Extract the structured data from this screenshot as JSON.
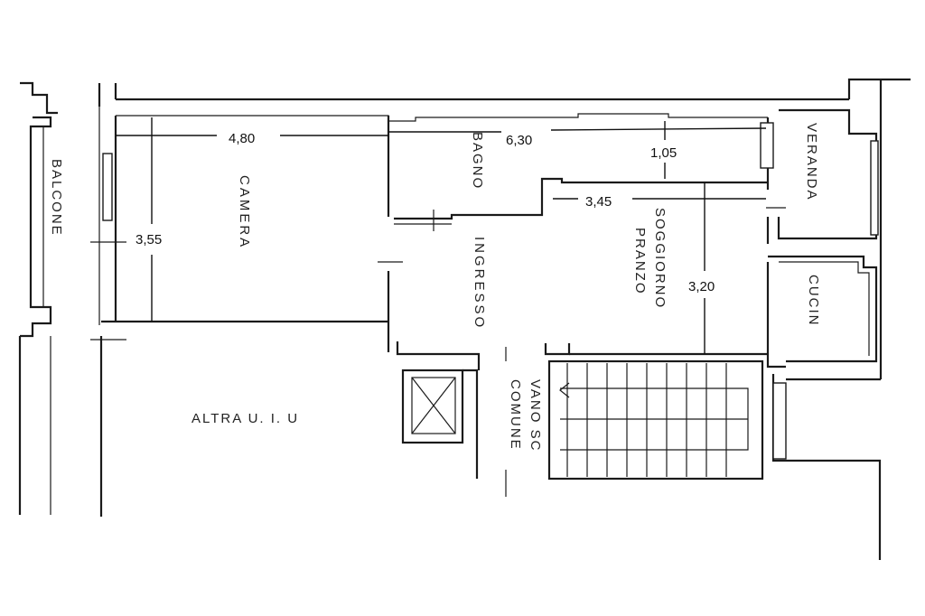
{
  "rooms": {
    "balcone": "BALCONE",
    "camera": "CAMERA",
    "bagno": "BAGNO",
    "ingresso": "INGRESSO",
    "soggiorno_line1": "SOGGIORNO",
    "soggiorno_line2": "PRANZO",
    "veranda": "VERANDA",
    "cucina": "CUCIN",
    "vano_line1": "VANO SC",
    "vano_line2": "COMUNE",
    "altra": "ALTRA  U. I. U"
  },
  "dimensions": {
    "camera_width": "4,80",
    "camera_depth": "3,55",
    "bagno_width": "6,30",
    "bagno_depth": "1,05",
    "soggiorno_width": "3,45",
    "soggiorno_depth": "3,20"
  }
}
